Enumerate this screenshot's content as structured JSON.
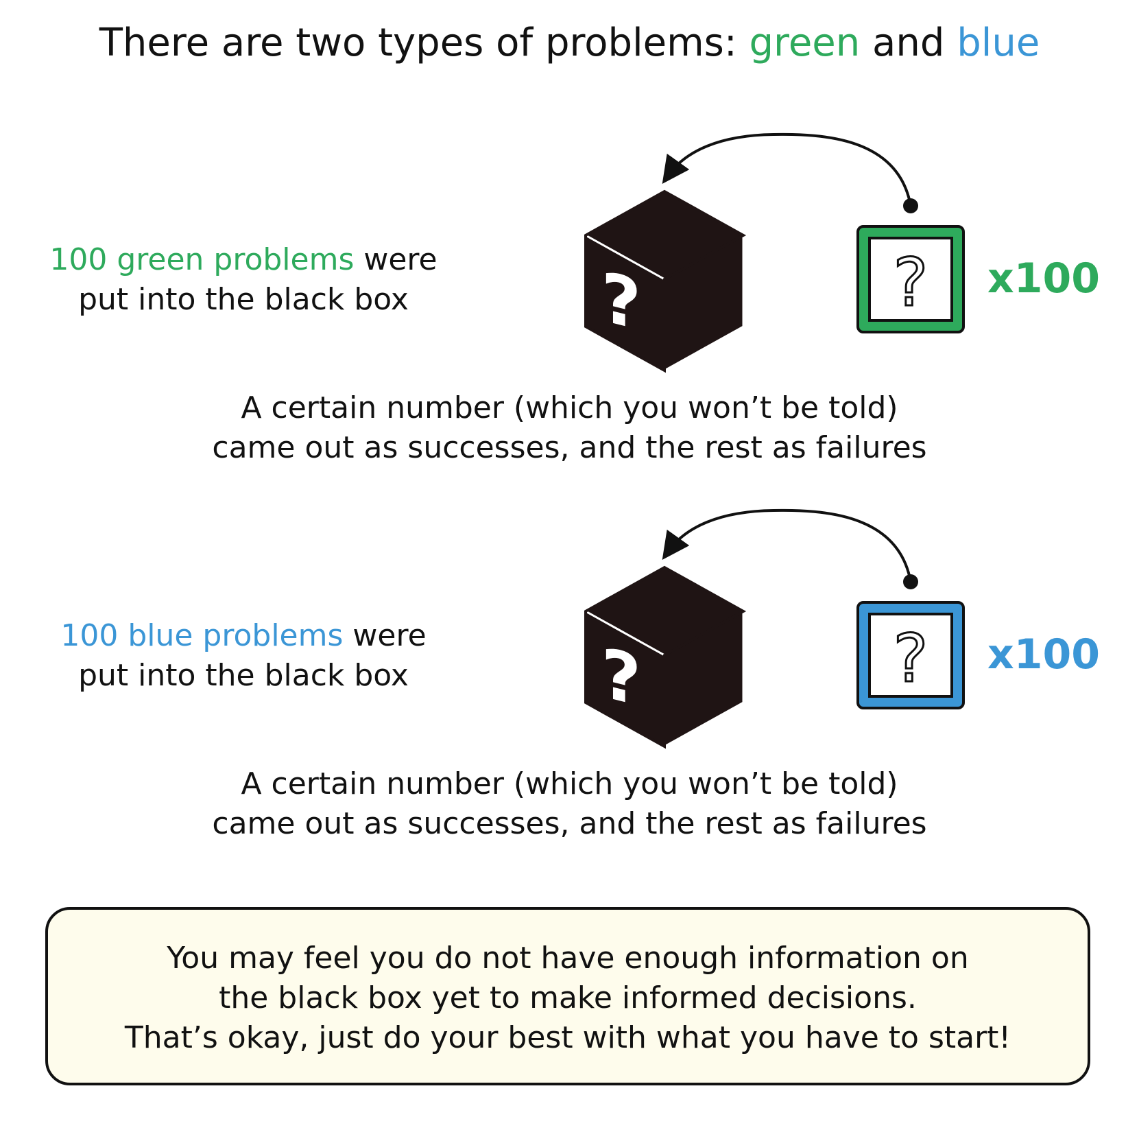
{
  "title": {
    "prefix": "There are two types of problems: ",
    "green_word": "green",
    "joiner": " and ",
    "blue_word": "blue"
  },
  "panels": [
    {
      "color_name": "green",
      "accent": "#2eaa5c",
      "label_colored": "100 green problems",
      "label_rest": " were",
      "label_line2": "put into the black box",
      "count": "x100",
      "caption_line1": "A certain number (which you won’t be told)",
      "caption_line2": "came out as successes, and the rest as failures"
    },
    {
      "color_name": "blue",
      "accent": "#3b96d6",
      "label_colored": "100 blue problems",
      "label_rest": " were",
      "label_line2": "put into the black box",
      "count": "x100",
      "caption_line1": "A certain number (which you won’t be told)",
      "caption_line2": "came out as successes, and the rest as failures"
    }
  ],
  "note": {
    "line1": "You may feel you do not have enough information on",
    "line2": "the black box yet to make informed decisions.",
    "line3": "That’s okay, just do your best with what you have to start!",
    "background": "#fefcec"
  },
  "icons": {
    "box": "black-box-question-icon",
    "card": "question-card-icon",
    "arrow": "curved-arrow-icon"
  }
}
